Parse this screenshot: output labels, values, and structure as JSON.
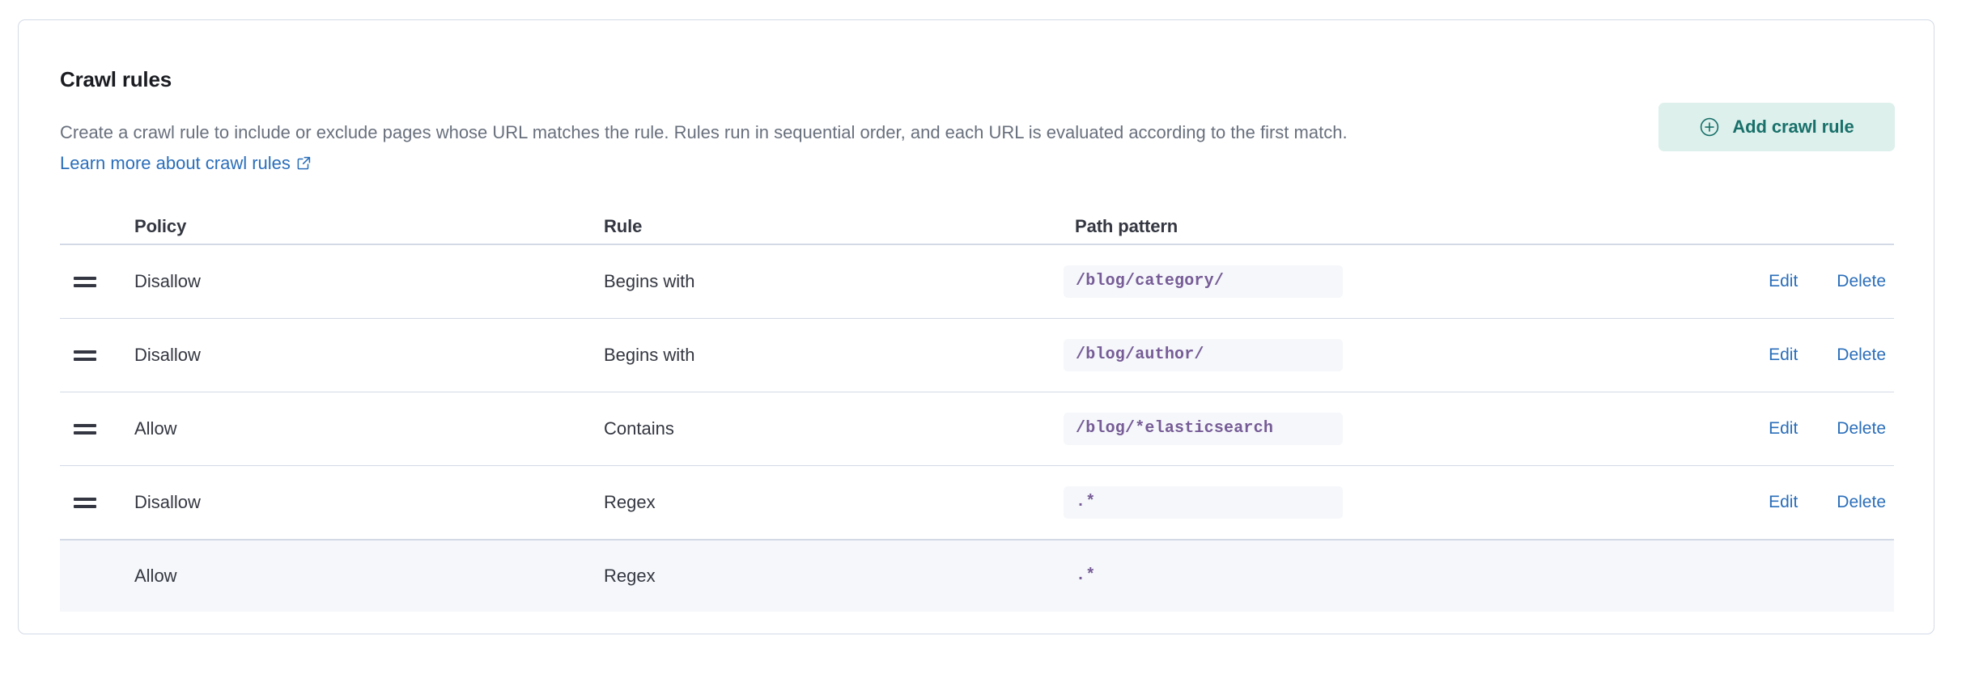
{
  "panel": {
    "title": "Crawl rules",
    "description_part1": "Create a crawl rule to include or exclude pages whose URL matches the rule. Rules run in sequential order, and each URL is evaluated according to the first match. ",
    "doc_link_label": "Learn more about crawl rules",
    "external_link_icon": "external-link-icon"
  },
  "toolbar": {
    "add_label": "Add crawl rule",
    "add_icon": "plus-in-circle-icon",
    "add_bg_color": "#ddf0ec",
    "add_text_color": "#19706a"
  },
  "table": {
    "columns": [
      "Policy",
      "Rule",
      "Path pattern"
    ],
    "actions": {
      "edit_label": "Edit",
      "delete_label": "Delete",
      "link_color": "#2a6eba"
    },
    "drag_handle_icon": "drag-handle-icon",
    "code_text_color": "#765b96",
    "rows": [
      {
        "policy": "Disallow",
        "rule": "Begins with",
        "path_pattern": "/blog/category/",
        "draggable": true,
        "has_actions": true,
        "is_default": false
      },
      {
        "policy": "Disallow",
        "rule": "Begins with",
        "path_pattern": "/blog/author/",
        "draggable": true,
        "has_actions": true,
        "is_default": false
      },
      {
        "policy": "Allow",
        "rule": "Contains",
        "path_pattern": "/blog/*elasticsearch",
        "draggable": true,
        "has_actions": true,
        "is_default": false
      },
      {
        "policy": "Disallow",
        "rule": "Regex",
        "path_pattern": ".*",
        "draggable": true,
        "has_actions": true,
        "is_default": false
      },
      {
        "policy": "Allow",
        "rule": "Regex",
        "path_pattern": ".*",
        "draggable": false,
        "has_actions": false,
        "is_default": true
      }
    ]
  }
}
